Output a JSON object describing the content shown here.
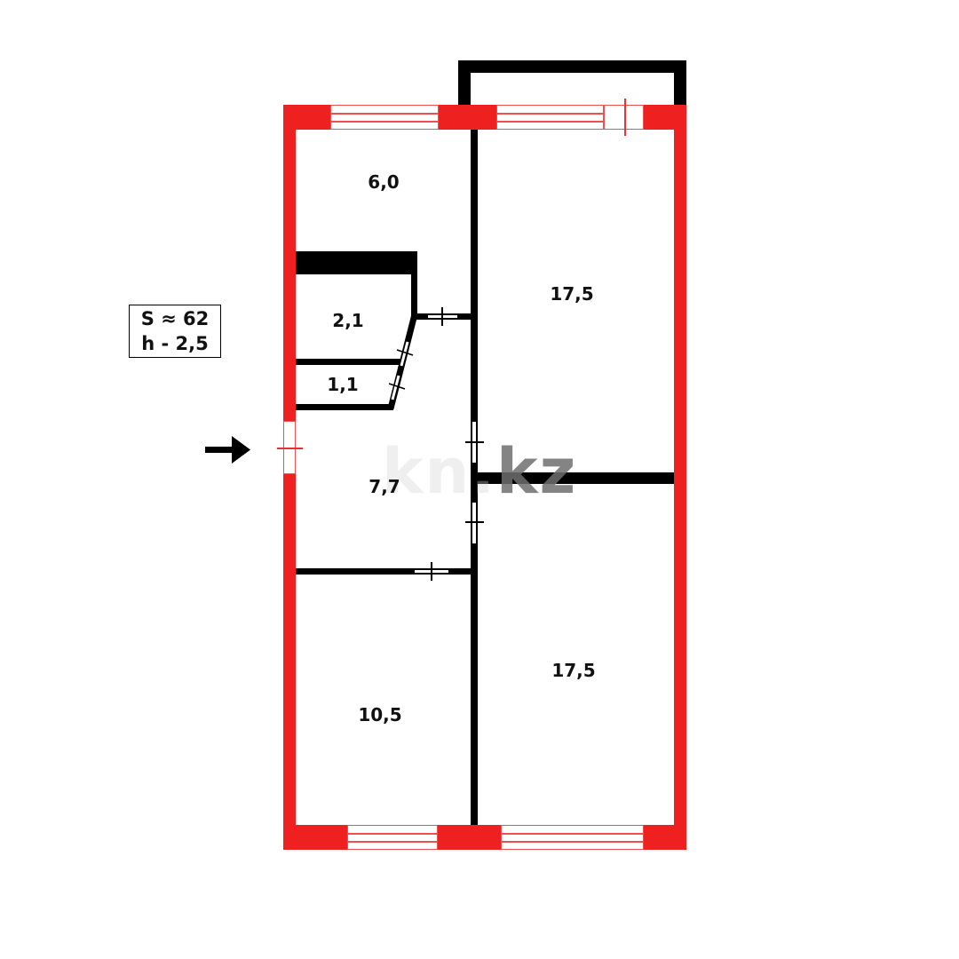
{
  "plan": {
    "info_box": {
      "area_line": "S ≈ 62",
      "height_line": "h - 2,5"
    },
    "rooms": [
      {
        "id": "room-top-left",
        "area": "6,0"
      },
      {
        "id": "room-storage",
        "area": "2,1"
      },
      {
        "id": "room-closet",
        "area": "1,1"
      },
      {
        "id": "room-hallway",
        "area": "7,7"
      },
      {
        "id": "room-top-right",
        "area": "17,5"
      },
      {
        "id": "room-bottom-right",
        "area": "17,5"
      },
      {
        "id": "room-bottom-left",
        "area": "10,5"
      }
    ],
    "entrance_arrow": "entrance-arrow",
    "watermark": {
      "left": "kn",
      "right": "kz",
      "dot": "."
    },
    "colors": {
      "exterior_wall": "#ee2020",
      "interior_wall": "#000000",
      "window_line": "#ee5050",
      "background": "#ffffff"
    }
  }
}
